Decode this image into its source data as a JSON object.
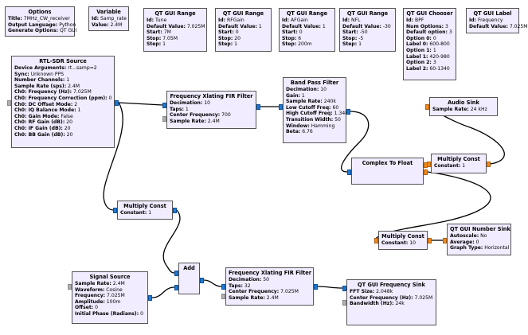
{
  "colors": {
    "block_bg": "#f1ecff",
    "wire": "#000000",
    "port_complex": "#1f7ad6",
    "port_float": "#f08a1c",
    "port_msg": "#b0b0b0"
  },
  "blocks": {
    "options": {
      "title": "Options",
      "rows": [
        {
          "k": "Title:",
          "v": "7MHz_CW_receiver"
        },
        {
          "k": "Output Language:",
          "v": "Python"
        },
        {
          "k": "Generate Options:",
          "v": "QT GUI"
        }
      ]
    },
    "variable": {
      "title": "Variable",
      "rows": [
        {
          "k": "Id:",
          "v": "Samp_rate"
        },
        {
          "k": "Value:",
          "v": "2.4M"
        }
      ]
    },
    "range_tune": {
      "title": "QT GUI Range",
      "rows": [
        {
          "k": "Id:",
          "v": "Tune"
        },
        {
          "k": "Default Value:",
          "v": "7.025M"
        },
        {
          "k": "Start:",
          "v": "7M"
        },
        {
          "k": "Stop:",
          "v": "7.05M"
        },
        {
          "k": "Step:",
          "v": "1"
        }
      ]
    },
    "range_rf": {
      "title": "QT GUI Range",
      "rows": [
        {
          "k": "Id:",
          "v": "RFGain"
        },
        {
          "k": "Default Value:",
          "v": "1"
        },
        {
          "k": "Start:",
          "v": "0"
        },
        {
          "k": "Stop:",
          "v": "20"
        },
        {
          "k": "Step:",
          "v": "1"
        }
      ]
    },
    "range_af": {
      "title": "QT GUI Range",
      "rows": [
        {
          "k": "Id:",
          "v": "AFGain"
        },
        {
          "k": "Default Value:",
          "v": "1"
        },
        {
          "k": "Start:",
          "v": "0"
        },
        {
          "k": "Stop:",
          "v": "6"
        },
        {
          "k": "Step:",
          "v": "200m"
        }
      ]
    },
    "range_nfl": {
      "title": "QT GUI Range",
      "rows": [
        {
          "k": "Id:",
          "v": "NFL"
        },
        {
          "k": "Default Value:",
          "v": "-30"
        },
        {
          "k": "Start:",
          "v": "-50"
        },
        {
          "k": "Stop:",
          "v": "-5"
        },
        {
          "k": "Step:",
          "v": "1"
        }
      ]
    },
    "chooser": {
      "title": "QT GUI Chooser",
      "rows": [
        {
          "k": "Id:",
          "v": "BPF"
        },
        {
          "k": "Num Options:",
          "v": "3"
        },
        {
          "k": "Default option:",
          "v": "3"
        },
        {
          "k": "Option 0:",
          "v": "0"
        },
        {
          "k": "Label 0:",
          "v": "600-800"
        },
        {
          "k": "Option 1:",
          "v": "1"
        },
        {
          "k": "Label 1:",
          "v": "420-980"
        },
        {
          "k": "Option 2:",
          "v": "3"
        },
        {
          "k": "Label 2:",
          "v": "60-1340"
        }
      ]
    },
    "label": {
      "title": "QT GUI Label",
      "rows": [
        {
          "k": "Id:",
          "v": "Frequency"
        },
        {
          "k": "Default Value:",
          "v": "7.025M"
        }
      ]
    },
    "rtlsdr": {
      "title": "RTL-SDR Source",
      "rows": [
        {
          "k": "Device Arguments:",
          "v": "rt...samp=2"
        },
        {
          "k": "Sync:",
          "v": "Unknown PPS"
        },
        {
          "k": "Number Channels:",
          "v": "1"
        },
        {
          "k": "Sample Rate (sps):",
          "v": "2.4M"
        },
        {
          "k": "Ch0: Frequency (Hz):",
          "v": "7.025M"
        },
        {
          "k": "Ch0: Frequency Correction (ppm):",
          "v": "0"
        },
        {
          "k": "Ch0: DC Offset Mode:",
          "v": "2"
        },
        {
          "k": "Ch0: IQ Balance Mode:",
          "v": "1"
        },
        {
          "k": "Ch0: Gain Mode:",
          "v": "False"
        },
        {
          "k": "Ch0: RF Gain (dB):",
          "v": "20"
        },
        {
          "k": "Ch0: IF Gain (dB):",
          "v": "20"
        },
        {
          "k": "Ch0: BB Gain (dB):",
          "v": "20"
        }
      ]
    },
    "xlate1": {
      "title": "Frequency Xlating FIR Filter",
      "rows": [
        {
          "k": "Decimation:",
          "v": "10"
        },
        {
          "k": "Taps:",
          "v": "1"
        },
        {
          "k": "Center Frequency:",
          "v": "700"
        },
        {
          "k": "Sample Rate:",
          "v": "2.4M"
        }
      ]
    },
    "bpf": {
      "title": "Band Pass Filter",
      "rows": [
        {
          "k": "Decimation:",
          "v": "10"
        },
        {
          "k": "Gain:",
          "v": "1"
        },
        {
          "k": "Sample Rate:",
          "v": "240k"
        },
        {
          "k": "Low Cutoff Freq:",
          "v": "60"
        },
        {
          "k": "High Cutoff Freq:",
          "v": "1.34k"
        },
        {
          "k": "Transition Width:",
          "v": "50"
        },
        {
          "k": "Window:",
          "v": "Hamming"
        },
        {
          "k": "Beta:",
          "v": "6.76"
        }
      ]
    },
    "audio": {
      "title": "Audio Sink",
      "rows": [
        {
          "k": "Sample Rate:",
          "v": "24 kHz"
        }
      ]
    },
    "ctof": {
      "title": "Complex To Float",
      "rows": []
    },
    "mult_af": {
      "title": "Multiply Const",
      "rows": [
        {
          "k": "Constant:",
          "v": "1"
        }
      ]
    },
    "mult_rf": {
      "title": "Multiply Const",
      "rows": [
        {
          "k": "Constant:",
          "v": "1"
        }
      ]
    },
    "mult_10": {
      "title": "Multiply Const",
      "rows": [
        {
          "k": "Constant:",
          "v": "10"
        }
      ]
    },
    "numsink": {
      "title": "QT GUI Number Sink",
      "rows": [
        {
          "k": "Autoscale:",
          "v": "No"
        },
        {
          "k": "Average:",
          "v": "0"
        },
        {
          "k": "Graph Type:",
          "v": "Horizontal"
        }
      ]
    },
    "sigsrc": {
      "title": "Signal Source",
      "rows": [
        {
          "k": "Sample Rate:",
          "v": "2.4M"
        },
        {
          "k": "Waveform:",
          "v": "Cosine"
        },
        {
          "k": "Frequency:",
          "v": "7.025M"
        },
        {
          "k": "Amplitude:",
          "v": "100m"
        },
        {
          "k": "Offset:",
          "v": "0"
        },
        {
          "k": "Initial Phase (Radians):",
          "v": "0"
        }
      ]
    },
    "add": {
      "title": "Add",
      "rows": []
    },
    "xlate2": {
      "title": "Frequency Xlating FIR Filter",
      "rows": [
        {
          "k": "Decimation:",
          "v": "50"
        },
        {
          "k": "Taps:",
          "v": "32"
        },
        {
          "k": "Center Frequency:",
          "v": "7.025M"
        },
        {
          "k": "Sample Rate:",
          "v": "2.4M"
        }
      ]
    },
    "freqsink": {
      "title": "QT GUI Frequency Sink",
      "rows": [
        {
          "k": "FFT Size:",
          "v": "2.048k"
        },
        {
          "k": "Center Frequency (Hz):",
          "v": "7.025M"
        },
        {
          "k": "Bandwidth (Hz):",
          "v": "24k"
        }
      ]
    }
  }
}
